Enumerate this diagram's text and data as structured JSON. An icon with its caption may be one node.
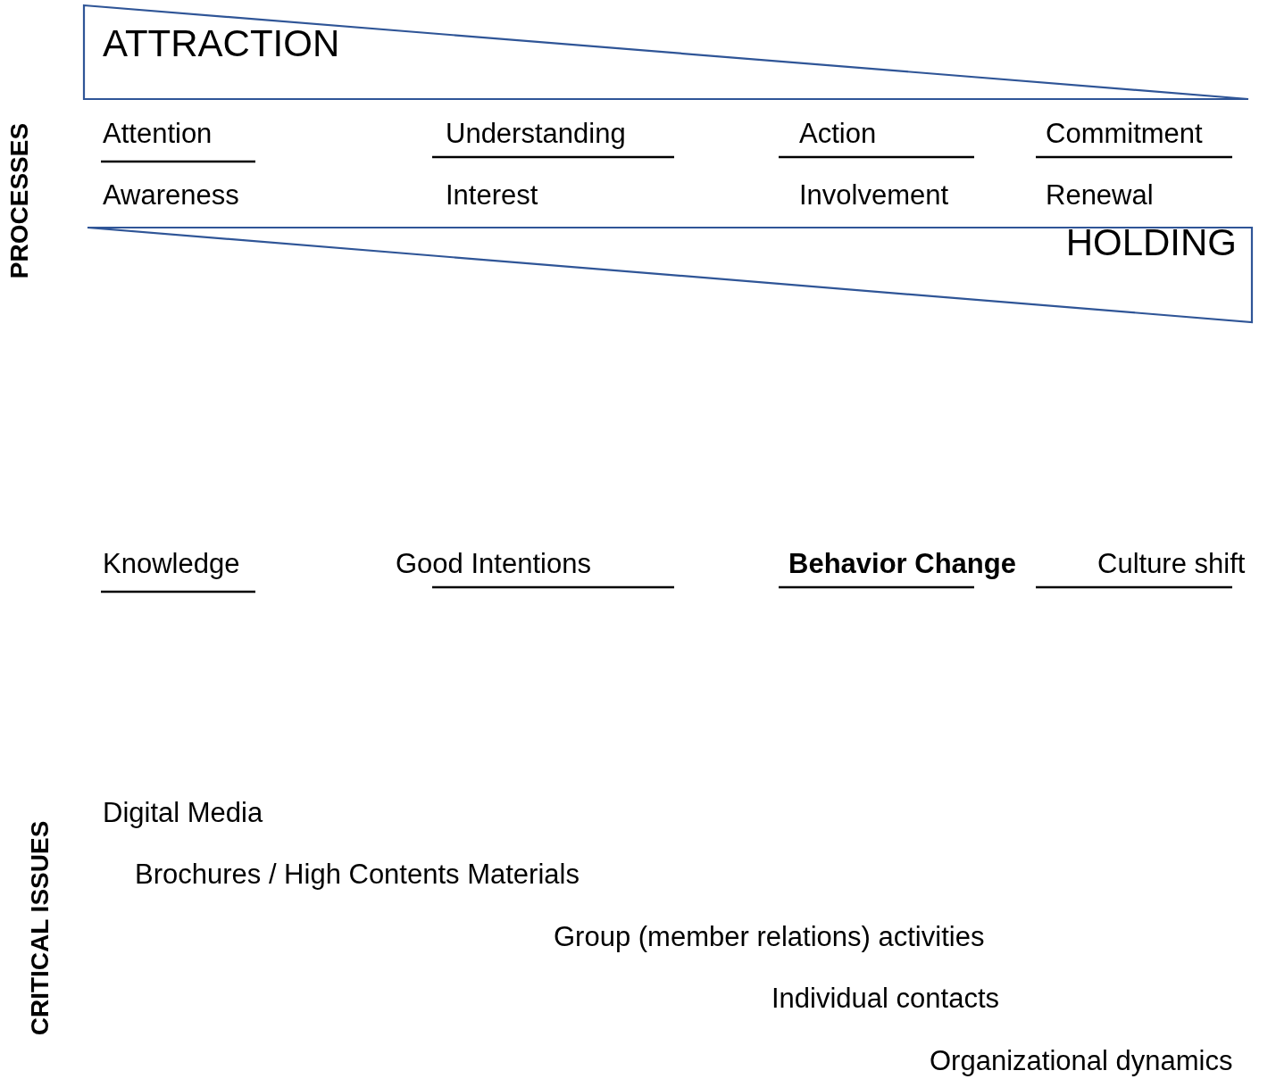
{
  "diagram": {
    "nodes": [
      {
        "text": [
          "ATTRACTION"
        ]
      },
      {
        "text": [
          "HOLDING"
        ]
      }
    ],
    "labels": [
      "PROCESSES",
      "Attention",
      "Understanding",
      "Action",
      "Commitment",
      "Awareness",
      "Interest",
      "Involvement",
      "Renewal",
      "Knowledge",
      "Good Intentions",
      "Behavior Change",
      "Culture shift",
      "CRITICAL ISSUES",
      "Digital Media",
      "Brochures / High Contents Materials",
      "Group (member relations) activities",
      "Individual contacts",
      "Organizational dynamics"
    ]
  }
}
